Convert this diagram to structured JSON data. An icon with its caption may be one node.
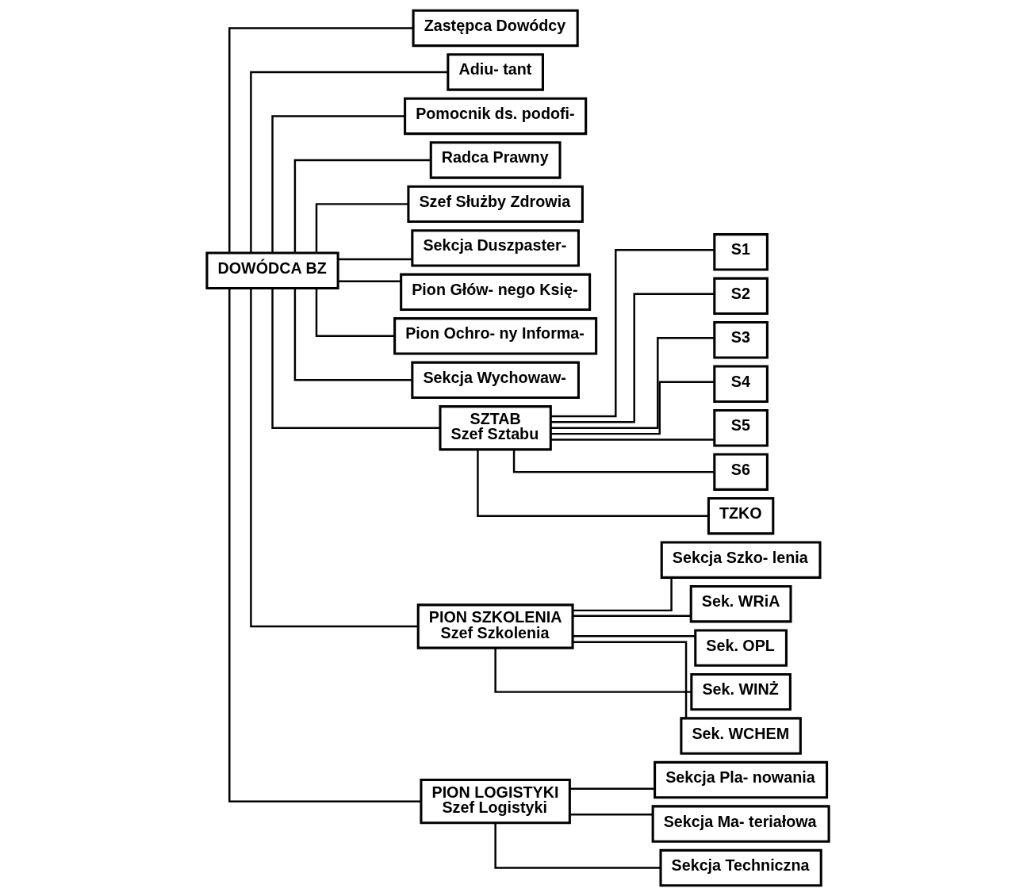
{
  "diagram": {
    "nodes": [
      {
        "text": [
          "DOWÓDCA BZ"
        ]
      },
      {
        "text": [
          "Zastępca Dowódcy"
        ]
      },
      {
        "text": [
          "Adiu- tant"
        ]
      },
      {
        "text": [
          "Pomocnik ds. podofi-"
        ]
      },
      {
        "text": [
          "Radca Prawny"
        ]
      },
      {
        "text": [
          "Szef Służby Zdrowia"
        ]
      },
      {
        "text": [
          "Sekcja Duszpaster-"
        ]
      },
      {
        "text": [
          "Pion Głów- nego Księ-"
        ]
      },
      {
        "text": [
          "Pion Ochro- ny Informa-"
        ]
      },
      {
        "text": [
          "Sekcja Wychowaw-"
        ]
      },
      {
        "text": [
          "SZTAB",
          "Szef Sztabu"
        ]
      },
      {
        "text": [
          "PION SZKOLENIA",
          "Szef Szkolenia"
        ]
      },
      {
        "text": [
          "PION LOGISTYKI",
          "Szef Logistyki"
        ]
      },
      {
        "text": [
          "S1"
        ]
      },
      {
        "text": [
          "S2"
        ]
      },
      {
        "text": [
          "S3"
        ]
      },
      {
        "text": [
          "S4"
        ]
      },
      {
        "text": [
          "S5"
        ]
      },
      {
        "text": [
          "S6"
        ]
      },
      {
        "text": [
          "TZKO"
        ]
      },
      {
        "text": [
          "Sekcja Szko- lenia"
        ]
      },
      {
        "text": [
          "Sek. WRiA"
        ]
      },
      {
        "text": [
          "Sek. OPL"
        ]
      },
      {
        "text": [
          "Sek. WINŻ"
        ]
      },
      {
        "text": [
          "Sek. WCHEM"
        ]
      },
      {
        "text": [
          "Sekcja Pla- nowania"
        ]
      },
      {
        "text": [
          "Sekcja Ma- teriałowa"
        ]
      },
      {
        "text": [
          "Sekcja Techniczna"
        ]
      }
    ],
    "edges": [
      {
        "from": 0,
        "to": 1,
        "arrow": "none"
      },
      {
        "from": 0,
        "to": 2,
        "arrow": "none"
      },
      {
        "from": 0,
        "to": 3,
        "arrow": "none"
      },
      {
        "from": 0,
        "to": 4,
        "arrow": "none"
      },
      {
        "from": 0,
        "to": 5,
        "arrow": "none"
      },
      {
        "from": 0,
        "to": 6,
        "arrow": "none"
      },
      {
        "from": 0,
        "to": 7,
        "arrow": "none"
      },
      {
        "from": 0,
        "to": 8,
        "arrow": "none"
      },
      {
        "from": 0,
        "to": 9,
        "arrow": "none"
      },
      {
        "from": 0,
        "to": 10,
        "arrow": "none"
      },
      {
        "from": 0,
        "to": 11,
        "arrow": "none"
      },
      {
        "from": 0,
        "to": 12,
        "arrow": "none"
      },
      {
        "from": 10,
        "to": 13,
        "arrow": "none"
      },
      {
        "from": 10,
        "to": 14,
        "arrow": "none"
      },
      {
        "from": 10,
        "to": 15,
        "arrow": "none"
      },
      {
        "from": 10,
        "to": 16,
        "arrow": "none"
      },
      {
        "from": 10,
        "to": 17,
        "arrow": "none"
      },
      {
        "from": 10,
        "to": 18,
        "arrow": "none"
      },
      {
        "from": 10,
        "to": 19,
        "arrow": "none"
      },
      {
        "from": 11,
        "to": 20,
        "arrow": "none"
      },
      {
        "from": 11,
        "to": 21,
        "arrow": "none"
      },
      {
        "from": 11,
        "to": 22,
        "arrow": "none"
      },
      {
        "from": 11,
        "to": 23,
        "arrow": "none"
      },
      {
        "from": 11,
        "to": 24,
        "arrow": "none"
      },
      {
        "from": 12,
        "to": 25,
        "arrow": "none"
      },
      {
        "from": 12,
        "to": 26,
        "arrow": "none"
      },
      {
        "from": 12,
        "to": 27,
        "arrow": "none"
      }
    ]
  }
}
